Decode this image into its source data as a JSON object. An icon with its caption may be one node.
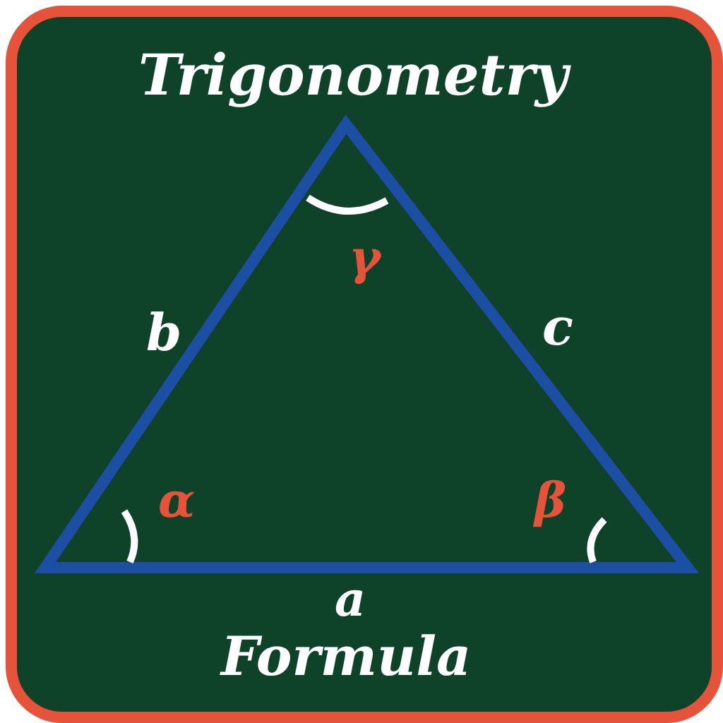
{
  "diagram": {
    "title": "Trigonometry",
    "caption": "Formula",
    "labels": [
      "γ",
      "b",
      "c",
      "α",
      "β",
      "a"
    ]
  }
}
